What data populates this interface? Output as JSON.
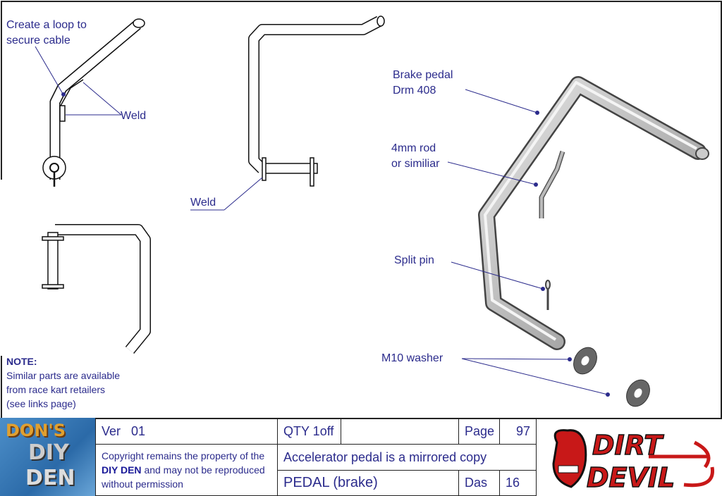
{
  "labels": {
    "loop": [
      "Create a loop to",
      "secure cable"
    ],
    "weld_top": "Weld",
    "weld_mid": "Weld",
    "brake_pedal": [
      "Brake pedal",
      "Drm 408"
    ],
    "rod": [
      "4mm rod",
      "or similiar"
    ],
    "split_pin": "Split pin",
    "washer": "M10 washer"
  },
  "note": {
    "title": "NOTE:",
    "lines": [
      "Similar parts are available",
      "from race kart retailers",
      "(see links page)"
    ]
  },
  "title_block": {
    "logo_left": "DON'S DIY DEN",
    "version_label": "Ver",
    "version": "01",
    "qty": "QTY 1off",
    "page_label": "Page",
    "page": "97",
    "copyright_pre": "Copyright remains the property of the",
    "copyright_brand": "DIY DEN",
    "copyright_post": "and may not be reproduced without permission",
    "remark": "Accelerator pedal is a mirrored copy",
    "part_name": "PEDAL (brake)",
    "drawn_by_label": "Das",
    "drawn_by_value": "16",
    "logo_right": "DIRT DEVIL"
  }
}
